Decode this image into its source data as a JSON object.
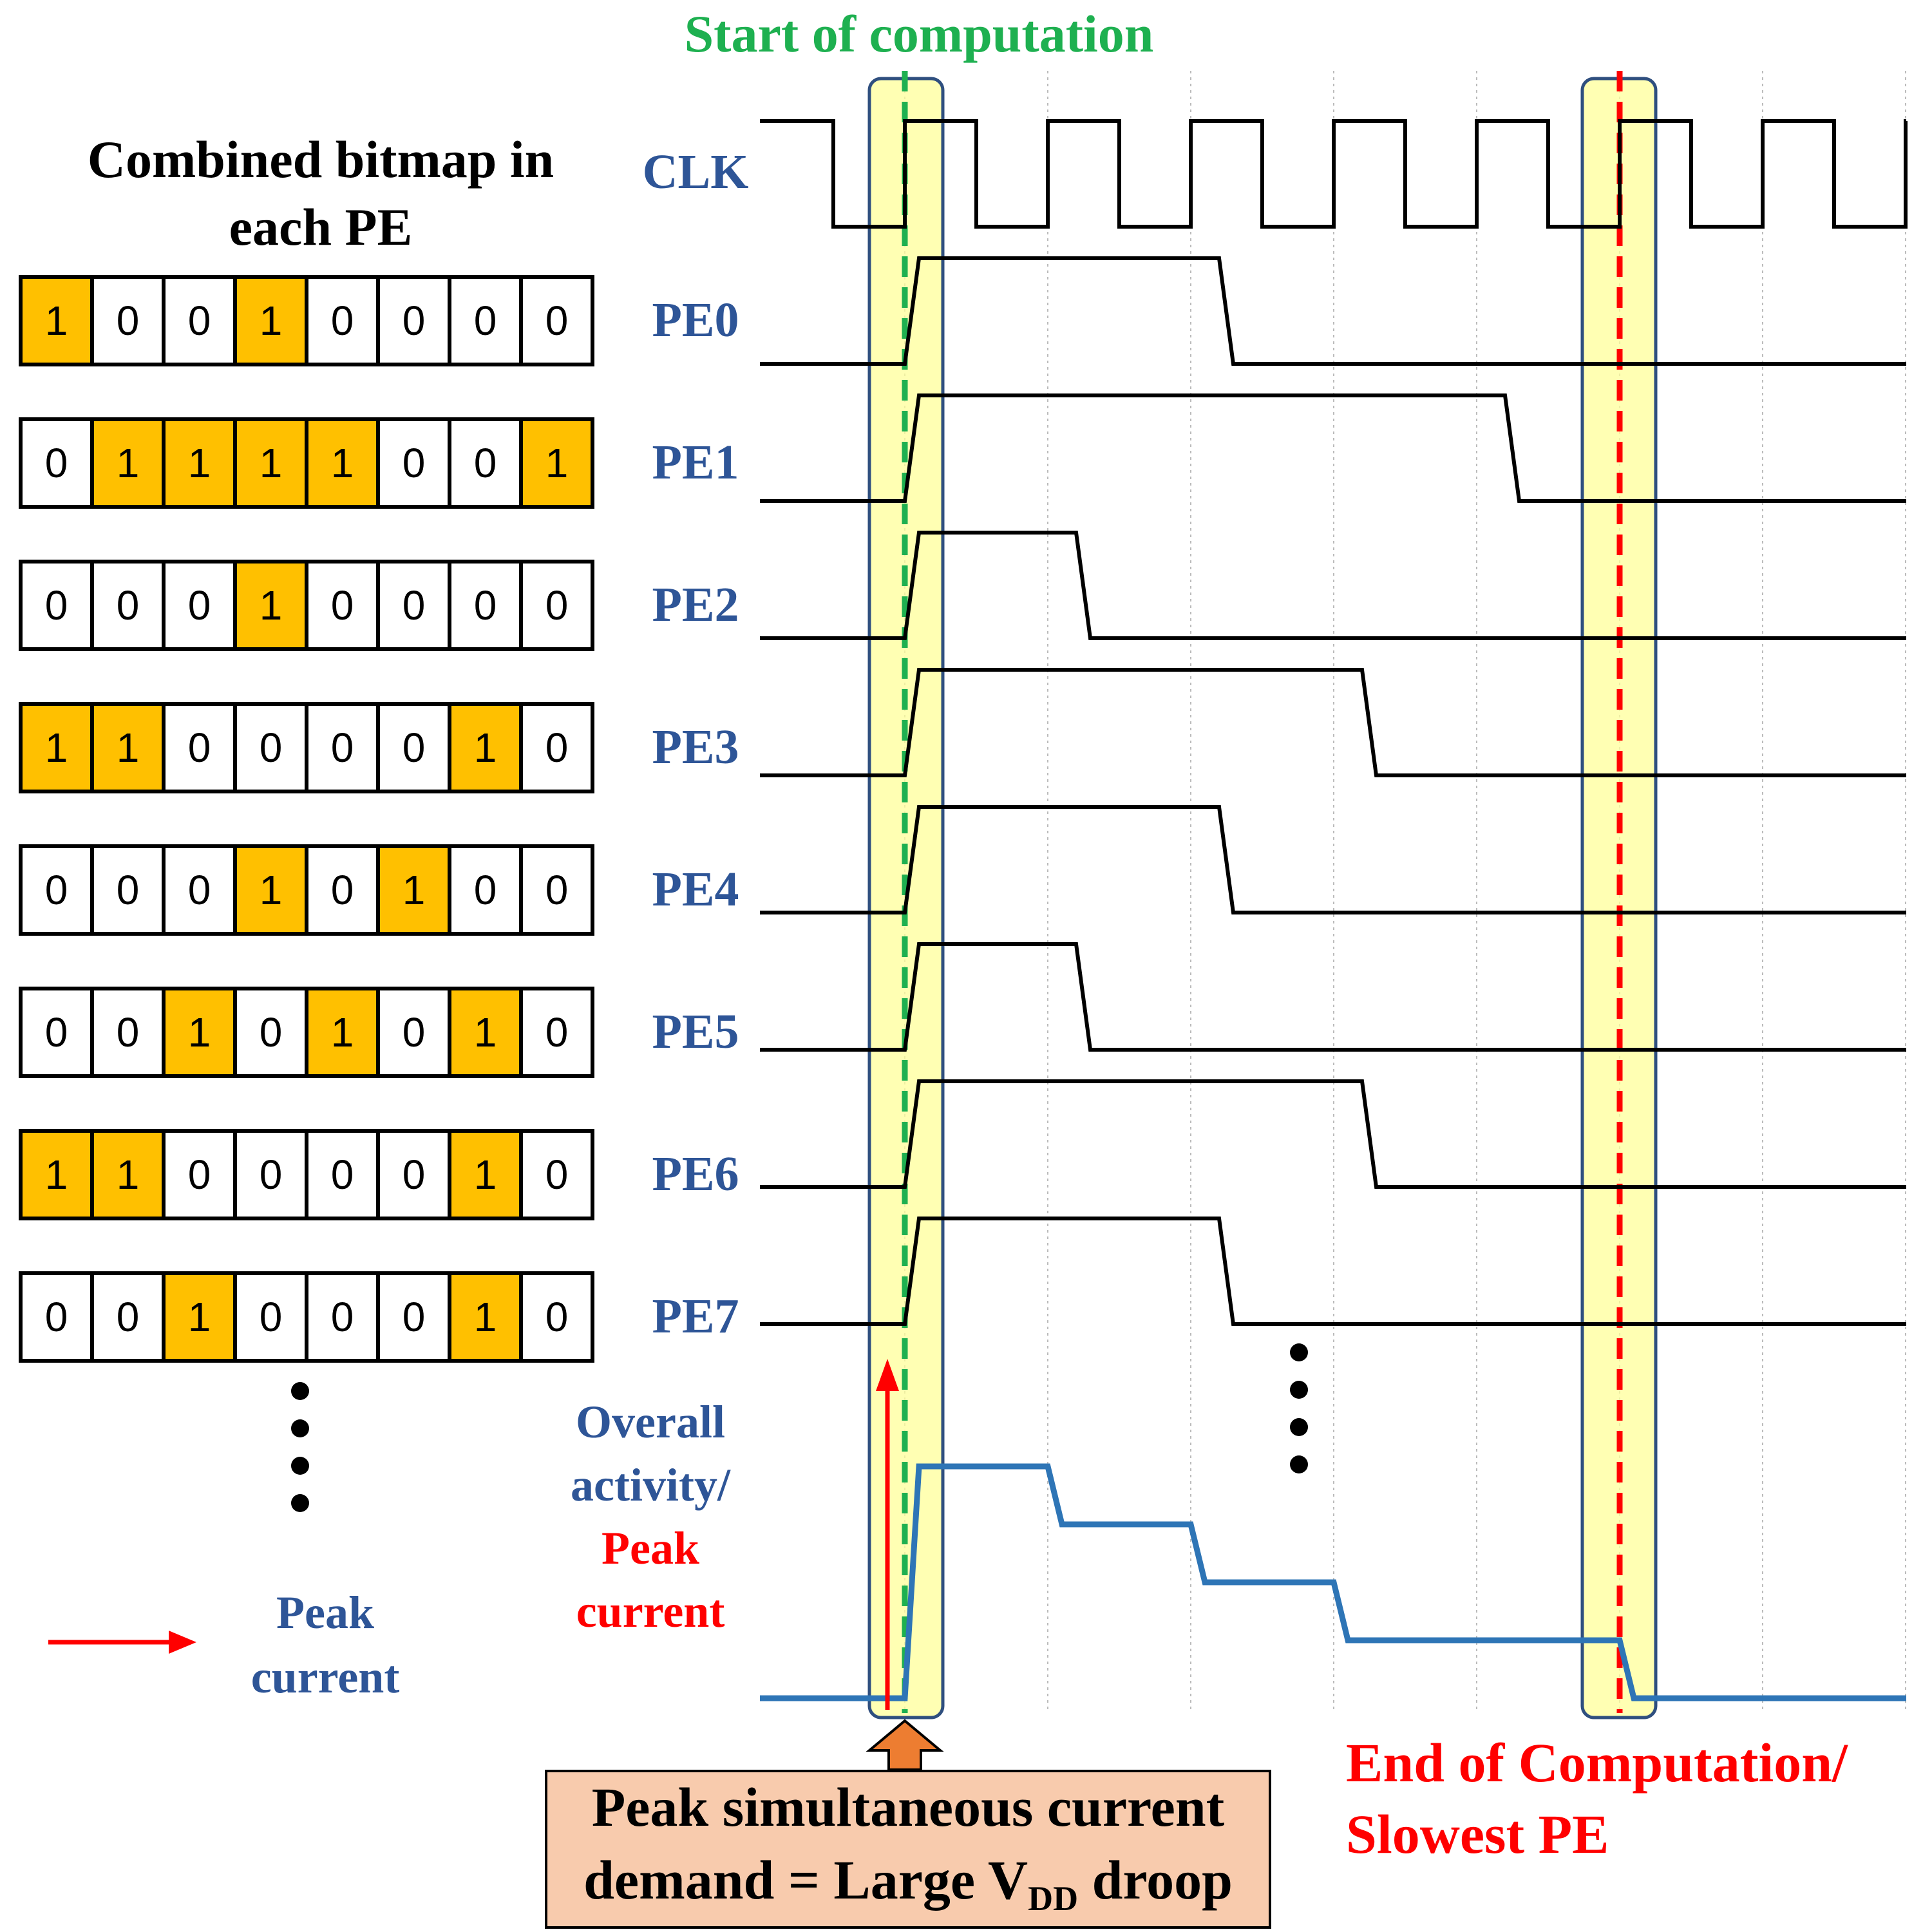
{
  "start_label": "Start of computation",
  "bitmap_title": [
    "Combined bitmap in",
    "each PE"
  ],
  "clk_label": "CLK",
  "pe_rows": [
    {
      "name": "PE0",
      "bits": [
        1,
        0,
        0,
        1,
        0,
        0,
        0,
        0
      ]
    },
    {
      "name": "PE1",
      "bits": [
        0,
        1,
        1,
        1,
        1,
        0,
        0,
        1
      ]
    },
    {
      "name": "PE2",
      "bits": [
        0,
        0,
        0,
        1,
        0,
        0,
        0,
        0
      ]
    },
    {
      "name": "PE3",
      "bits": [
        1,
        1,
        0,
        0,
        0,
        0,
        1,
        0
      ]
    },
    {
      "name": "PE4",
      "bits": [
        0,
        0,
        0,
        1,
        0,
        1,
        0,
        0
      ]
    },
    {
      "name": "PE5",
      "bits": [
        0,
        0,
        1,
        0,
        1,
        0,
        1,
        0
      ]
    },
    {
      "name": "PE6",
      "bits": [
        1,
        1,
        0,
        0,
        0,
        0,
        1,
        0
      ]
    },
    {
      "name": "PE7",
      "bits": [
        0,
        0,
        1,
        0,
        0,
        0,
        1,
        0
      ]
    }
  ],
  "active_cycles": [
    4,
    8,
    2,
    6,
    4,
    2,
    6,
    4
  ],
  "overall_levels": [
    8,
    6,
    4,
    2,
    1,
    1,
    1,
    1,
    0
  ],
  "overall_label": [
    "Overall",
    "activity/",
    "Peak",
    "current"
  ],
  "legend_label": [
    "Peak",
    "current"
  ],
  "callout": {
    "line1": "Peak simultaneous current",
    "line2_a": "demand = Large V",
    "line2_sub": "DD",
    "line2_b": " droop"
  },
  "end_label": [
    "End of Computation/",
    "Slowest PE"
  ],
  "colors": {
    "bit_on": "#FFC000",
    "bit_off": "#FFFFFF",
    "label_blue": "#2E5597",
    "start_green": "#1EB050",
    "end_red": "#FF0000",
    "overall_line": "#2E75B6",
    "highlight": "#FFFF99",
    "callout_fill": "#F8CBAD",
    "callout_arrow": "#ED7D31"
  }
}
